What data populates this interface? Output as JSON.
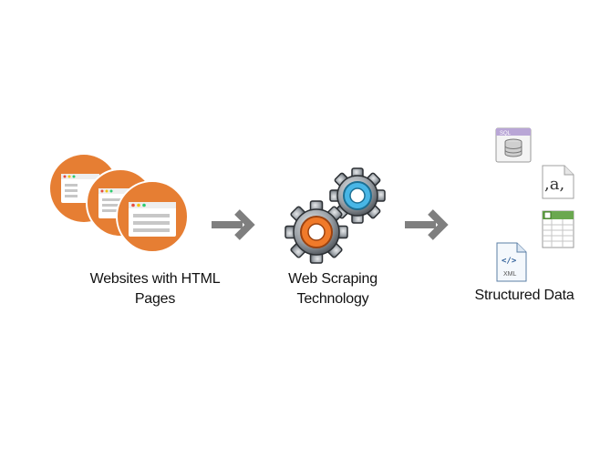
{
  "steps": [
    {
      "label": "Websites with HTML Pages",
      "label_line1": "Websites with HTML",
      "label_line2": "Pages",
      "icon": "browser-window-icon"
    },
    {
      "label": "Web Scraping Technology",
      "label_line1": "Web Scraping",
      "label_line2": "Technology",
      "icon": "gears-icon"
    },
    {
      "label": "Structured Data",
      "label_line1": "Structured Data",
      "icon": "data-files-icon"
    }
  ],
  "file_icons": {
    "sql": {
      "text": "SQL",
      "icon": "sql-database-file-icon"
    },
    "csv": {
      "text": ",a,",
      "icon": "csv-file-icon"
    },
    "spreadsheet": {
      "icon": "spreadsheet-file-icon"
    },
    "xml": {
      "text": "XML",
      "tag": "</>",
      "icon": "xml-file-icon"
    }
  },
  "colors": {
    "circle": "#e67e33",
    "arrow": "#7f7f7f",
    "gear_orange": "#f07a2a",
    "gear_blue": "#48b6e6",
    "gear_metal": "#9aa0a6"
  }
}
